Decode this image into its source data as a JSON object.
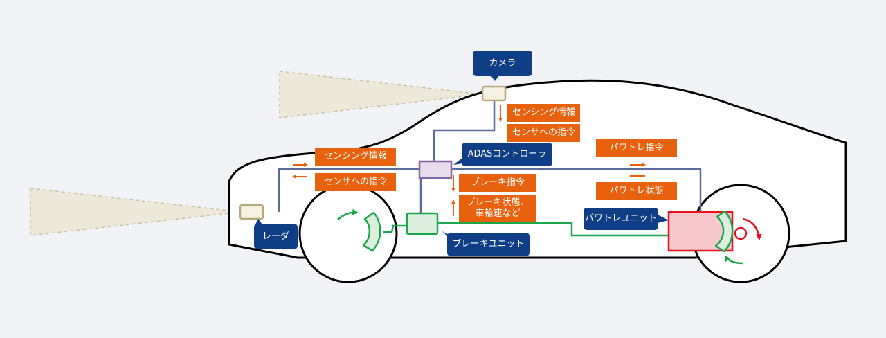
{
  "labels": {
    "camera": "カメラ",
    "radar": "レーダ",
    "adas_controller": "ADASコントローラ",
    "brake_unit": "ブレーキユニット",
    "powertrain_unit": "パワトレユニット"
  },
  "signals": {
    "sensing_info_camera": "センシング情報",
    "sensor_command_camera": "センサへの指令",
    "sensing_info_radar": "センシング情報",
    "sensor_command_radar": "センサへの指令",
    "brake_command": "ブレーキ指令",
    "brake_state_line1": "ブレーキ状態、",
    "brake_state_line2": "車輪速など",
    "powertrain_command": "パワトレ指令",
    "powertrain_state": "パワトレ状態"
  },
  "colors": {
    "background": "#f1f3f7",
    "label_navy": "#0f3d86",
    "signal_orange": "#e8610e",
    "network_line": "#5a6c9a",
    "brake_green": "#1ca64c",
    "powertrain_red": "#e8101e",
    "sensor_beam": "#ece9d9",
    "adas_box": "#e6dcec"
  }
}
